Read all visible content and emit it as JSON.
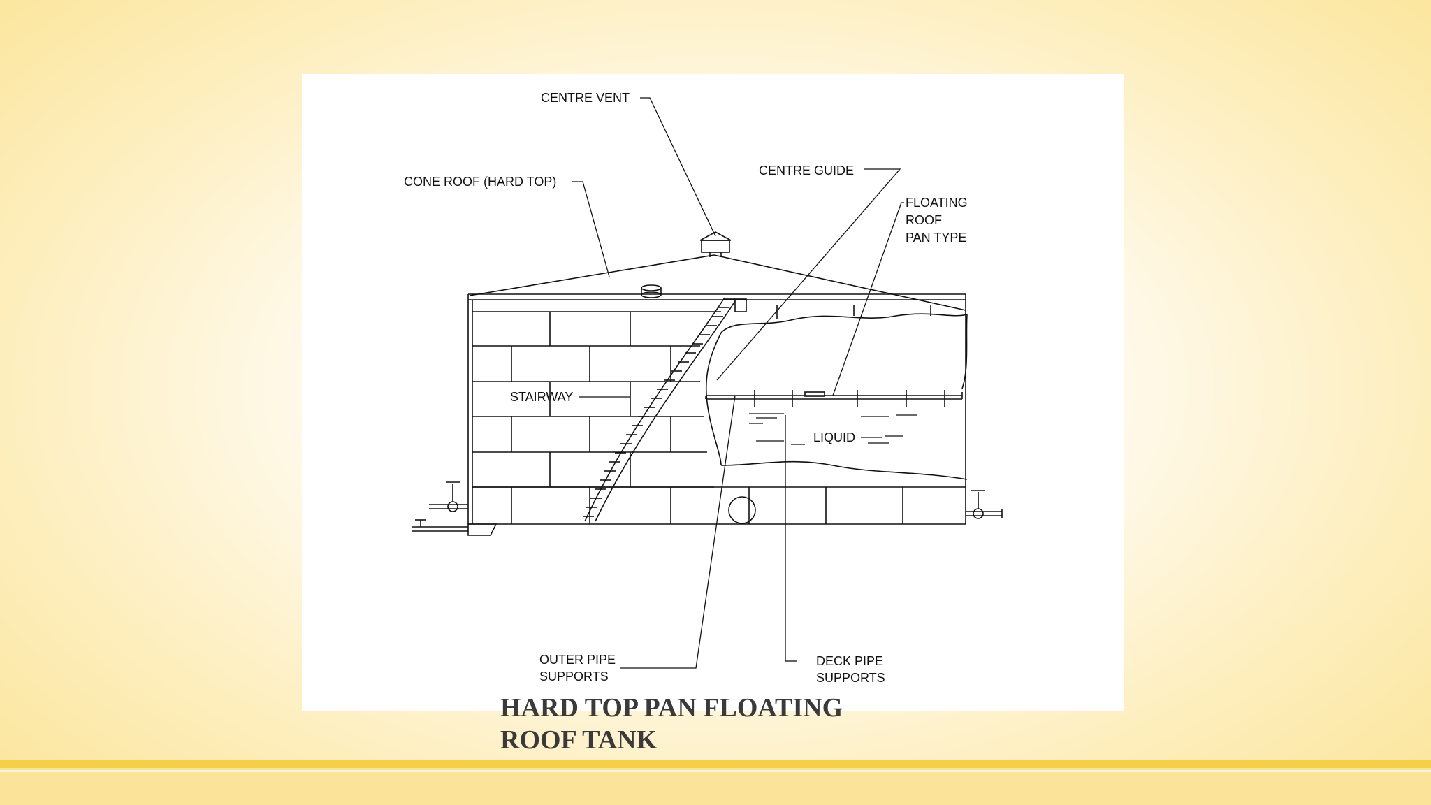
{
  "slide": {
    "caption_line1": "HARD TOP PAN FLOATING",
    "caption_line2": "ROOF TANK"
  },
  "diagram": {
    "labels": {
      "centre_vent": "CENTRE VENT",
      "cone_roof": "CONE ROOF (HARD TOP)",
      "centre_guide": "CENTRE GUIDE",
      "floating_roof_1": "FLOATING",
      "floating_roof_2": "ROOF",
      "floating_roof_3": "PAN TYPE",
      "stairway": "STAIRWAY",
      "liquid": "LIQUID",
      "outer_pipe_1": "OUTER PIPE",
      "outer_pipe_2": "SUPPORTS",
      "deck_pipe_1": "DECK PIPE",
      "deck_pipe_2": "SUPPORTS"
    }
  },
  "colors": {
    "background": "#fdeebc",
    "footer_stripe": "#f6cf4a",
    "caption": "#3a3a3a",
    "line_art": "#111111"
  }
}
